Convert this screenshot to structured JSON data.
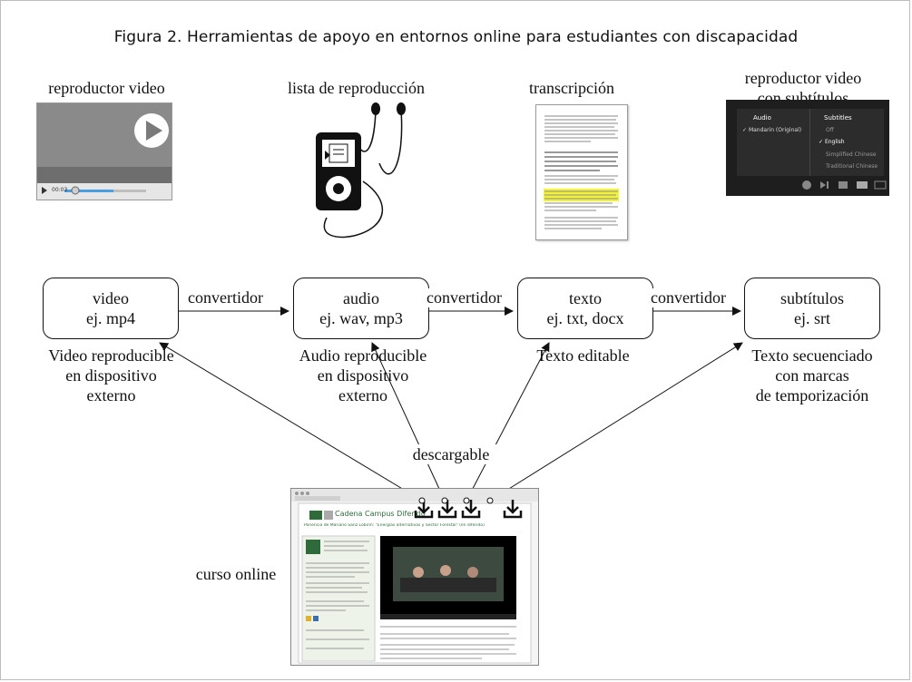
{
  "figure": {
    "title": "Figura 2. Herramientas de apoyo en entornos online para estudiantes con discapacidad"
  },
  "top_labels": {
    "video_player": "reproductor video",
    "playlist": "lista de reproducción",
    "transcription": "transcripción",
    "subtitled_player_line1": "reproductor video",
    "subtitled_player_line2": "con subtítulos"
  },
  "boxes": [
    {
      "line1": "video",
      "line2": "ej. mp4"
    },
    {
      "line1": "audio",
      "line2": "ej. wav, mp3"
    },
    {
      "line1": "texto",
      "line2": "ej. txt, docx"
    },
    {
      "line1": "subtítulos",
      "line2": "ej. srt"
    }
  ],
  "converter_label": "convertidor",
  "descriptions": {
    "video": [
      "Video reproducible",
      "en dispositivo",
      "externo"
    ],
    "audio": [
      "Audio reproducible",
      "en dispositivo",
      "externo"
    ],
    "text": [
      "Texto editable"
    ],
    "subtitles": [
      "Texto secuenciado",
      "con marcas",
      "de temporización"
    ]
  },
  "downloadable_label": "descargable",
  "course_label": "curso online",
  "player_thumb": {
    "time": "00:03"
  },
  "subtitle_menu": {
    "audio_header": "Audio",
    "audio_option": "Mandarin (Original)",
    "subtitles_header": "Subtitles",
    "options": [
      "Off",
      "English",
      "Simplified Chinese",
      "Traditional Chinese"
    ],
    "selected": "English"
  },
  "course_page": {
    "site_title": "Cadena Campus Diferido",
    "talk_title": "Ponencia de Mariano Sanz Lobirin: \"Energías alternativas y Sector Forestal\" (en diferido)"
  },
  "colors": {
    "player_bg": "#7a7a7a",
    "progress": "#4a9fe0",
    "highlight": "#f2f23a",
    "subtitle_bg": "#1e1e1e",
    "uned_green": "#2f6b3a"
  }
}
